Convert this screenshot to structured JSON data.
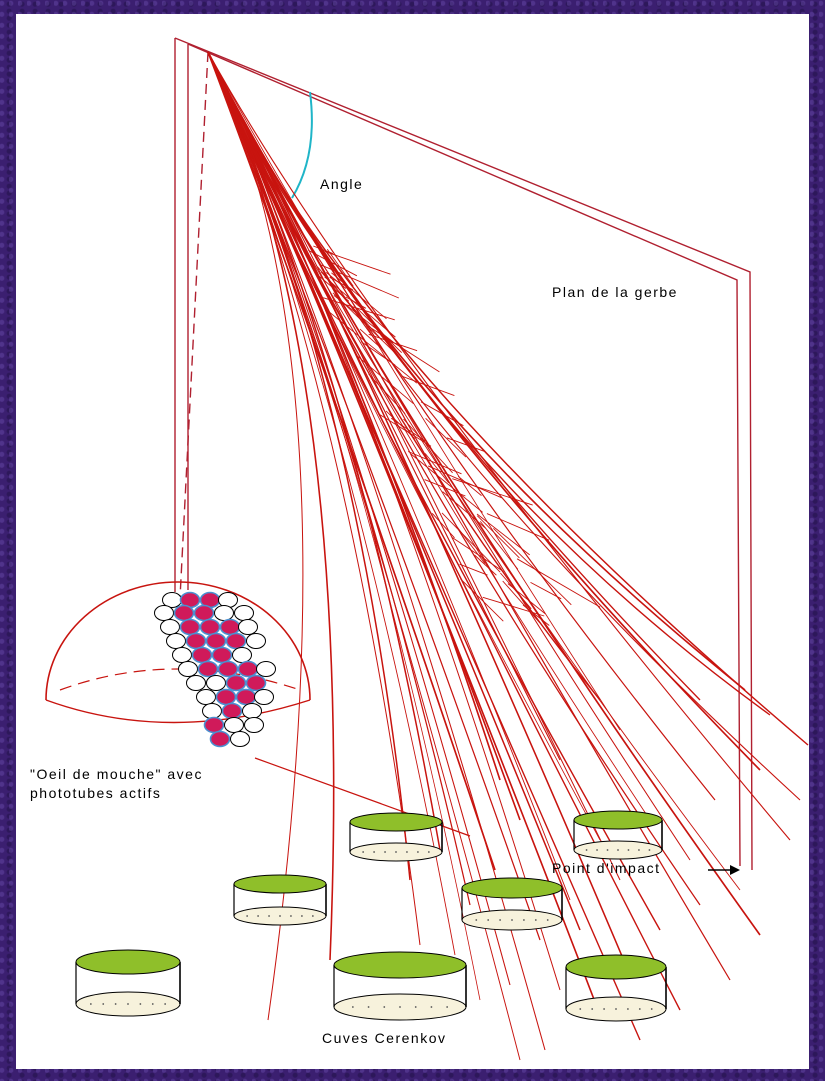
{
  "labels": {
    "angle": "Angle",
    "plane": "Plan de la gerbe",
    "eye_line1": "\"Oeil de mouche\" avec",
    "eye_line2": "phototubes actifs",
    "impact": "Point d'impact",
    "tanks": "Cuves Cerenkov"
  },
  "colors": {
    "background": "#3b1f70",
    "panel": "#ffffff",
    "shower": "#c8140f",
    "frame": "#b02030",
    "angle_arc": "#1fb5c8",
    "tank_water": "#8fbf2a",
    "tank_base": "#f7f2dc",
    "active_tube": "#d01a5a",
    "tube_outline": "#4a90d0"
  }
}
